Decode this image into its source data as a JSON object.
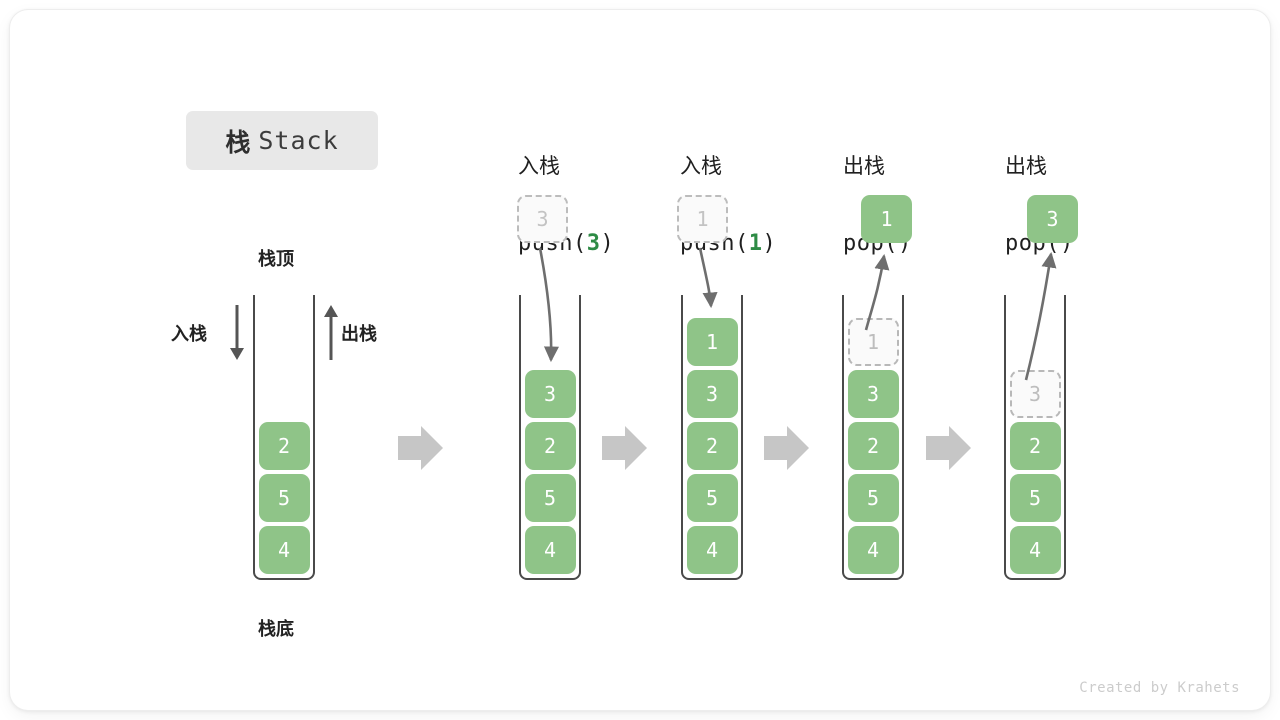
{
  "title": {
    "cn": "栈",
    "en": "Stack"
  },
  "labels": {
    "top": "栈顶",
    "bottom": "栈底",
    "push_arrow": "入栈",
    "pop_arrow": "出栈"
  },
  "footer": "Created by Krahets",
  "colors": {
    "element": "#8FC488",
    "element_text": "#FFFFFF",
    "ghost_text": "#C3C3C3",
    "ghost_border": "#BCBCBC",
    "container_border": "#4A4A4A",
    "accent_number": "#2E8B45",
    "flow_arrow": "#C4C4C4",
    "curve_arrow": "#6E6E6E",
    "title_chip_bg": "#E8E8E8",
    "page_bg": "#FFFFFF"
  },
  "chart_data": {
    "type": "diagram",
    "title": "栈 Stack",
    "description": "Stack push and pop operation sequence",
    "steps": [
      {
        "id": "initial",
        "op_cn": "",
        "op_code": "",
        "stack_top_to_bottom": [
          "2",
          "5",
          "4"
        ],
        "floating": null
      },
      {
        "id": "push-3",
        "op_cn": "入栈",
        "op_code": "push(3)",
        "op_arg": "3",
        "stack_top_to_bottom": [
          "3",
          "2",
          "5",
          "4"
        ],
        "floating": {
          "value": "3",
          "style": "ghost",
          "position": "above"
        }
      },
      {
        "id": "push-1",
        "op_cn": "入栈",
        "op_code": "push(1)",
        "op_arg": "1",
        "stack_top_to_bottom": [
          "1",
          "3",
          "2",
          "5",
          "4"
        ],
        "floating": {
          "value": "1",
          "style": "ghost",
          "position": "above"
        }
      },
      {
        "id": "pop-1",
        "op_cn": "出栈",
        "op_code": "pop()",
        "op_arg": "",
        "stack_top_to_bottom": [
          "1",
          "3",
          "2",
          "5",
          "4"
        ],
        "ghost_index": 0,
        "floating": {
          "value": "1",
          "style": "filled",
          "position": "above"
        }
      },
      {
        "id": "pop-3",
        "op_cn": "出栈",
        "op_code": "pop()",
        "op_arg": "",
        "stack_top_to_bottom": [
          "",
          "3",
          "2",
          "5",
          "4"
        ],
        "ghost_index": 1,
        "floating": {
          "value": "3",
          "style": "filled",
          "position": "above"
        }
      }
    ]
  },
  "steps": [
    {
      "head_cn": "",
      "head_code_pre": "",
      "head_code_arg": "",
      "head_code_post": "",
      "cells": [
        {
          "v": "2",
          "k": "filled"
        },
        {
          "v": "5",
          "k": "filled"
        },
        {
          "v": "4",
          "k": "filled"
        }
      ],
      "float": null
    },
    {
      "head_cn": "入栈",
      "head_code_pre": "push(",
      "head_code_arg": "3",
      "head_code_post": ")",
      "cells": [
        {
          "v": "3",
          "k": "filled"
        },
        {
          "v": "2",
          "k": "filled"
        },
        {
          "v": "5",
          "k": "filled"
        },
        {
          "v": "4",
          "k": "filled"
        }
      ],
      "float": {
        "v": "3",
        "k": "ghost"
      }
    },
    {
      "head_cn": "入栈",
      "head_code_pre": "push(",
      "head_code_arg": "1",
      "head_code_post": ")",
      "cells": [
        {
          "v": "1",
          "k": "filled"
        },
        {
          "v": "3",
          "k": "filled"
        },
        {
          "v": "2",
          "k": "filled"
        },
        {
          "v": "5",
          "k": "filled"
        },
        {
          "v": "4",
          "k": "filled"
        }
      ],
      "float": {
        "v": "1",
        "k": "ghost"
      }
    },
    {
      "head_cn": "出栈",
      "head_code_pre": "pop(",
      "head_code_arg": "",
      "head_code_post": ")",
      "cells": [
        {
          "v": "1",
          "k": "ghost"
        },
        {
          "v": "3",
          "k": "filled"
        },
        {
          "v": "2",
          "k": "filled"
        },
        {
          "v": "5",
          "k": "filled"
        },
        {
          "v": "4",
          "k": "filled"
        }
      ],
      "float": {
        "v": "1",
        "k": "filled"
      }
    },
    {
      "head_cn": "出栈",
      "head_code_pre": "pop(",
      "head_code_arg": "",
      "head_code_post": ")",
      "cells": [
        {
          "v": "",
          "k": "blank"
        },
        {
          "v": "3",
          "k": "ghost"
        },
        {
          "v": "2",
          "k": "filled"
        },
        {
          "v": "5",
          "k": "filled"
        },
        {
          "v": "4",
          "k": "filled"
        }
      ],
      "float": {
        "v": "3",
        "k": "filled"
      }
    }
  ]
}
